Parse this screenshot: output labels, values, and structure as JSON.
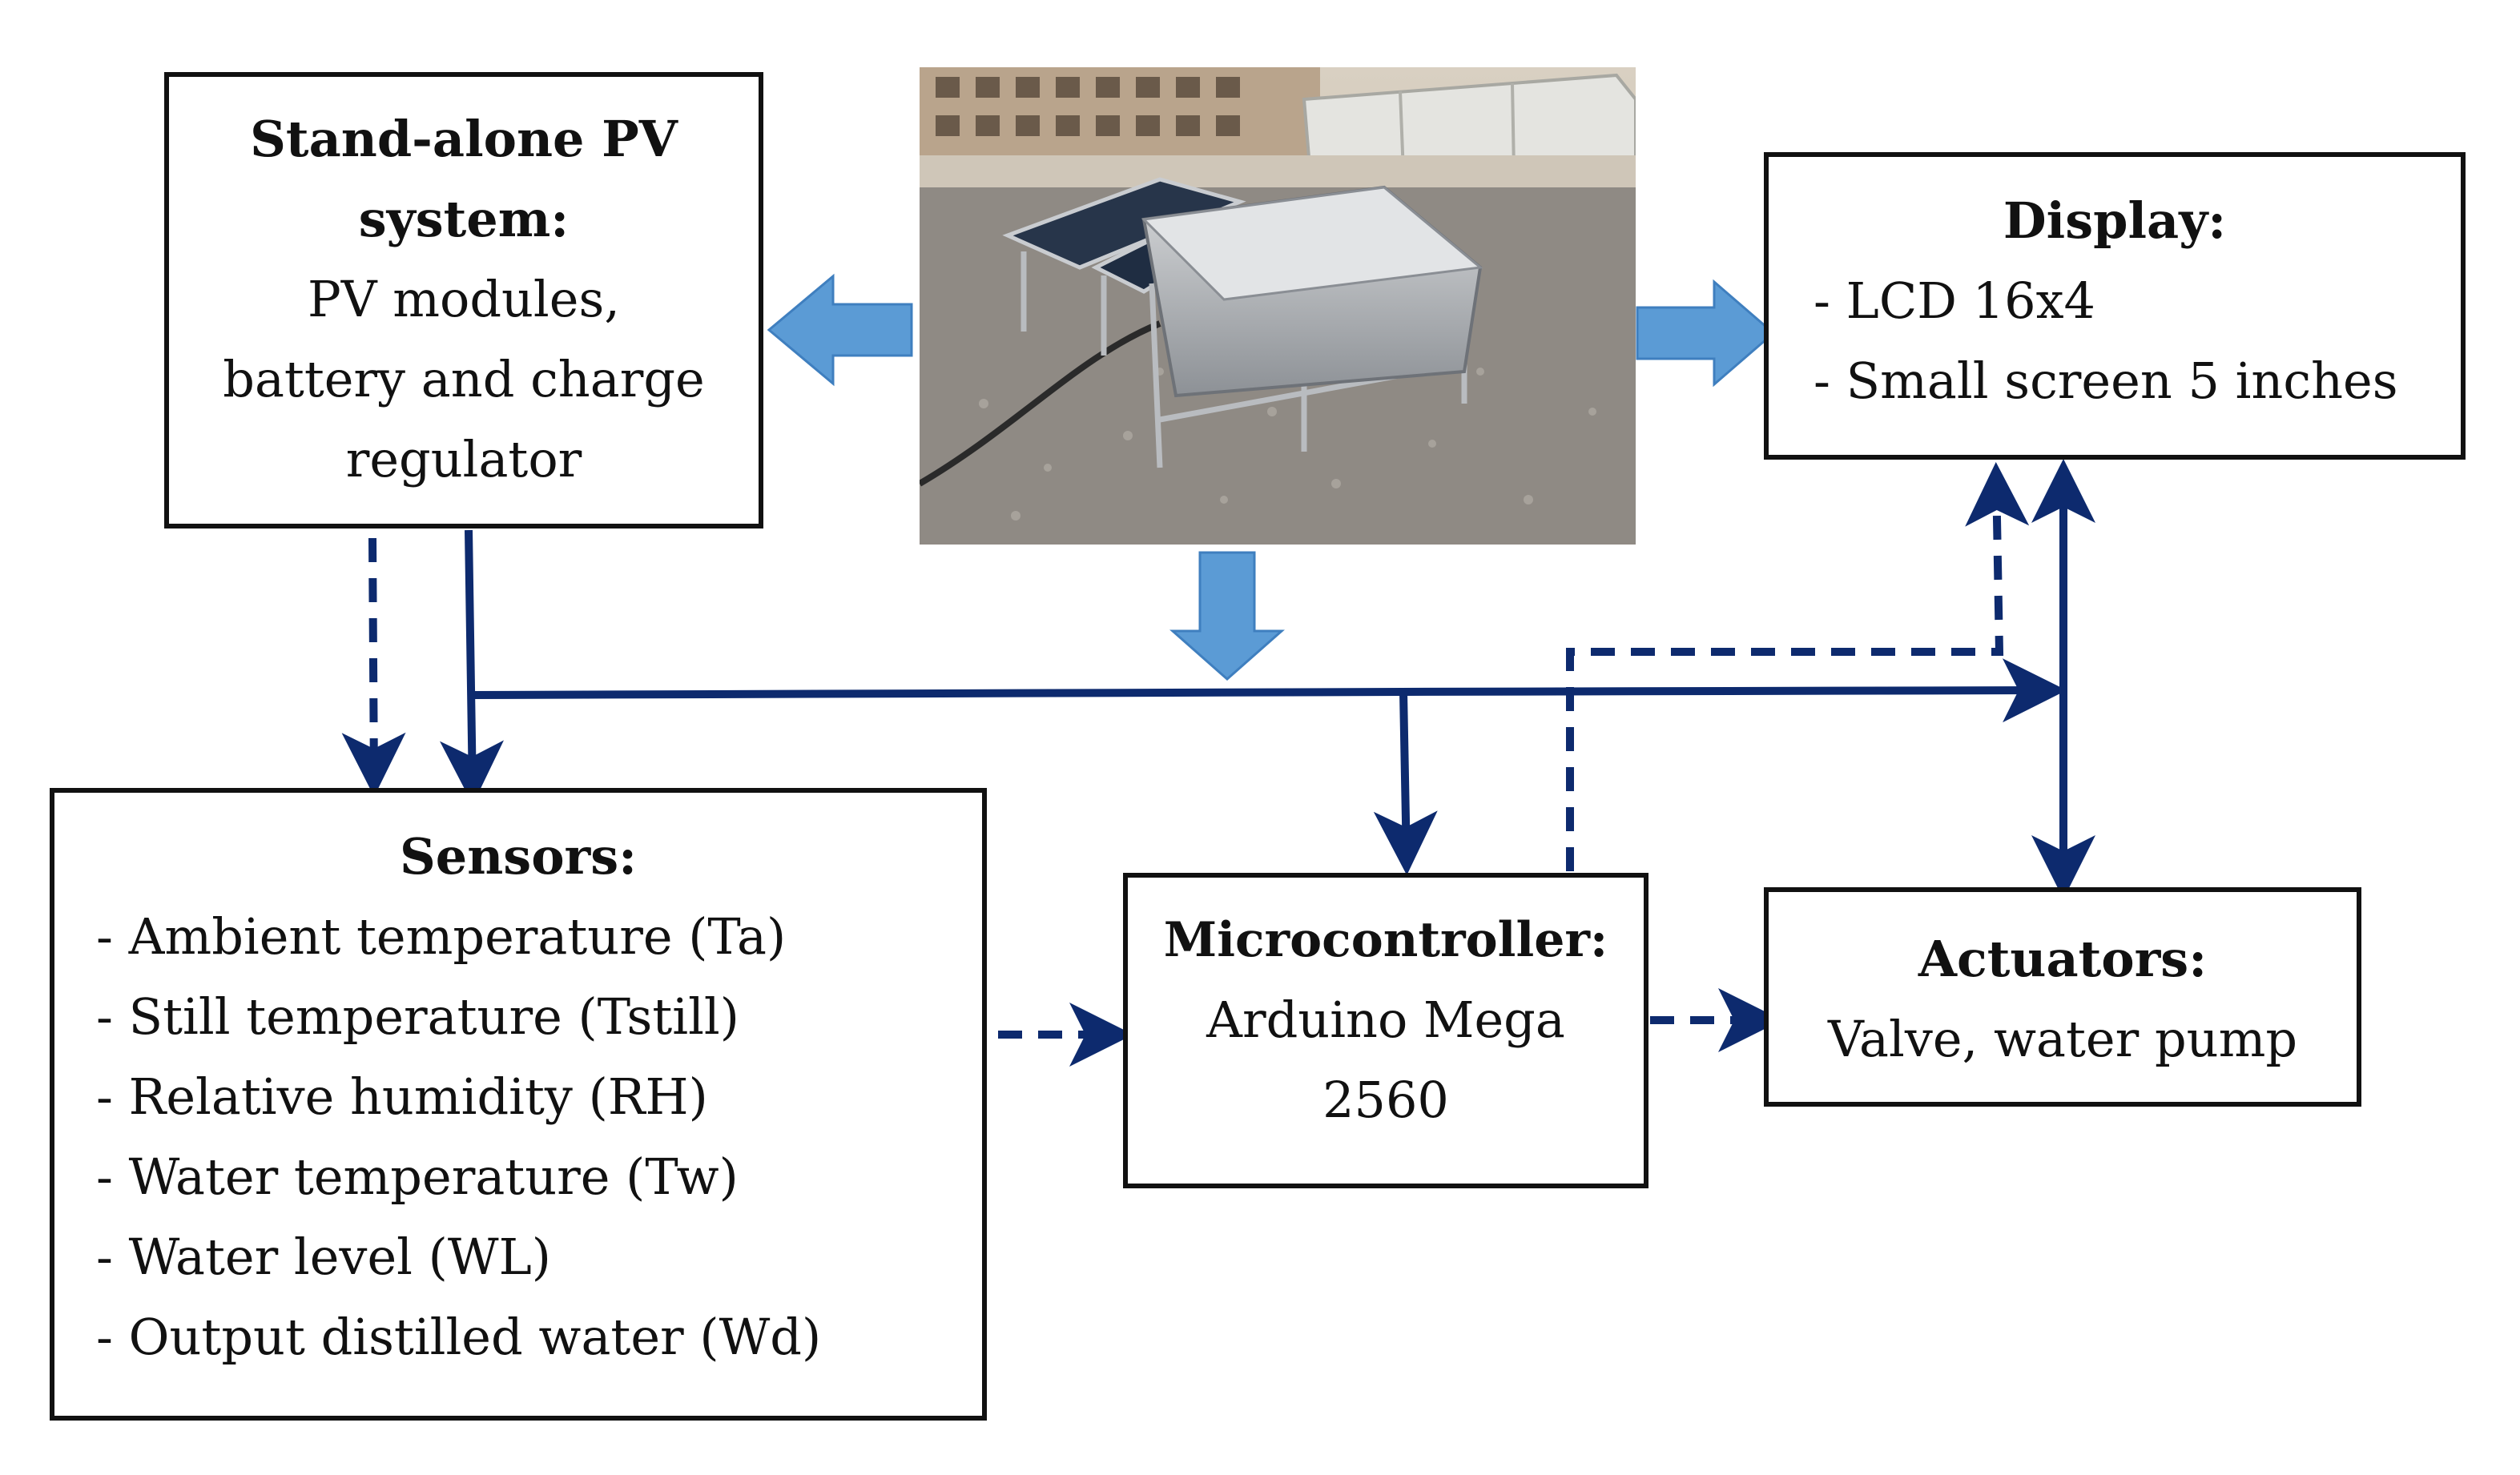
{
  "pv_box": {
    "title_lines": [
      "Stand-alone PV",
      "system:"
    ],
    "body_lines": [
      "PV modules,",
      "battery and charge",
      "regulator"
    ]
  },
  "display_box": {
    "title": "Display:",
    "items": [
      "- LCD 16x4",
      "- Small screen 5 inches"
    ]
  },
  "sensors_box": {
    "title": "Sensors:",
    "items": [
      "- Ambient temperature (Ta)",
      "- Still temperature (Tstill)",
      "- Relative humidity (RH)",
      "- Water temperature (Tw)",
      "- Water level (WL)",
      "- Output distilled water (Wd)"
    ]
  },
  "micro_box": {
    "title": "Microcontroller:",
    "body_lines": [
      "Arduino Mega",
      "2560"
    ]
  },
  "actuators_box": {
    "title": "Actuators:",
    "body": "Valve, water pump"
  },
  "colors": {
    "connector": "#0d2a6e",
    "block_arrow": "#5b9bd5",
    "block_arrow_edge": "#3f7fbf",
    "border": "#111111"
  }
}
